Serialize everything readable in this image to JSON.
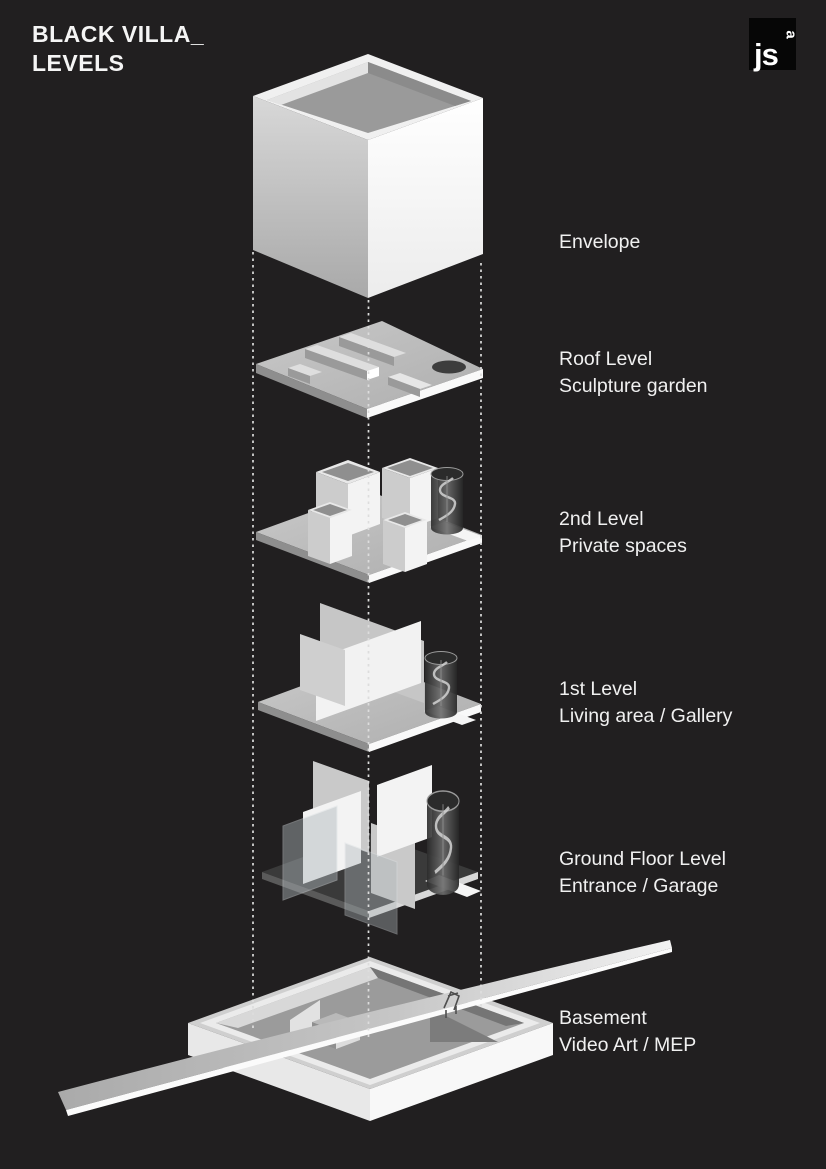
{
  "header": {
    "title_line1": "BLACK VILLA_",
    "title_line2": "LEVELS"
  },
  "logo": {
    "text": "js",
    "superscript": "a"
  },
  "levels": [
    {
      "id": "envelope",
      "label": "Envelope",
      "sublabel": ""
    },
    {
      "id": "roof",
      "label": "Roof Level",
      "sublabel": "Sculpture garden"
    },
    {
      "id": "second",
      "label": "2nd Level",
      "sublabel": "Private spaces"
    },
    {
      "id": "first",
      "label": "1st Level",
      "sublabel": "Living area / Gallery"
    },
    {
      "id": "ground",
      "label": "Ground Floor Level",
      "sublabel": "Entrance / Garage"
    },
    {
      "id": "basement",
      "label": "Basement",
      "sublabel": "Video Art / MEP"
    }
  ],
  "colors": {
    "background": "#211f20",
    "label_text": "#f0f0f0",
    "guide_line": "#dddddd",
    "model_light": "#f5f5f5",
    "model_mid": "#c4c4c4",
    "model_dark": "#8a8a8a",
    "logo_bg": "#060606",
    "logo_fg": "#ffffff"
  }
}
